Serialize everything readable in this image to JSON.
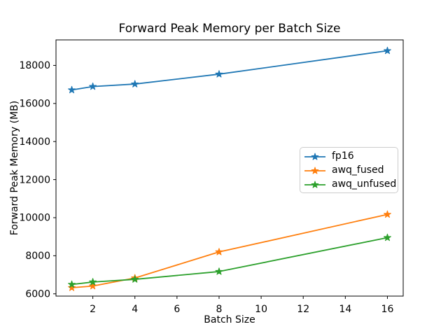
{
  "chart_data": {
    "type": "line",
    "title": "Forward Peak Memory per Batch Size",
    "xlabel": "Batch Size",
    "ylabel": "Forward Peak Memory (MB)",
    "x": [
      1,
      2,
      4,
      8,
      16
    ],
    "series": [
      {
        "name": "fp16",
        "color": "#1f77b4",
        "marker": "star",
        "values": [
          16710,
          16890,
          17020,
          17540,
          18770
        ]
      },
      {
        "name": "awq_fused",
        "color": "#ff7f0e",
        "marker": "star",
        "values": [
          6320,
          6410,
          6830,
          8200,
          10170
        ]
      },
      {
        "name": "awq_unfused",
        "color": "#2ca02c",
        "marker": "star",
        "values": [
          6490,
          6620,
          6760,
          7170,
          8950
        ]
      }
    ],
    "xticks": [
      2,
      4,
      6,
      8,
      10,
      12,
      14,
      16
    ],
    "yticks": [
      6000,
      8000,
      10000,
      12000,
      14000,
      16000,
      18000
    ],
    "xlim": [
      0.25,
      16.75
    ],
    "ylim": [
      5880,
      19340
    ],
    "grid": false,
    "legend_position": "center right",
    "axis_color": "#000000",
    "background_color": "#ffffff"
  }
}
